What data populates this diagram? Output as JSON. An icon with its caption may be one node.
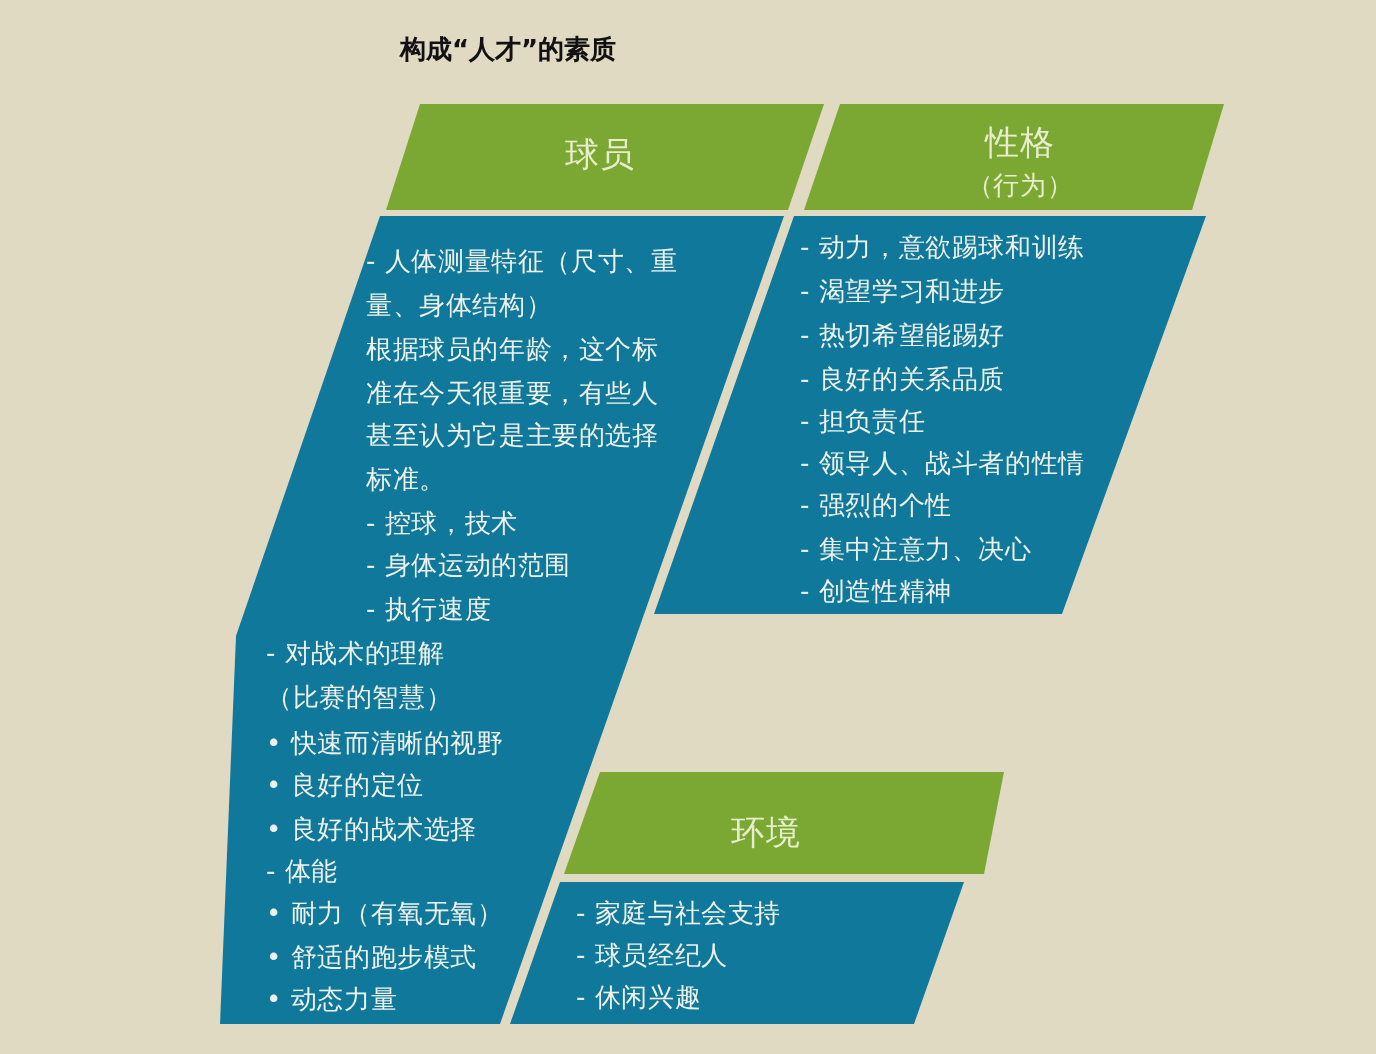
{
  "diagram": {
    "title": "构成“人才”的素质",
    "nodes": [
      {
        "text": [
          "球员"
        ]
      },
      {
        "text": [
          "- 人体测量特征（尺寸、重量、身体结构）",
          "根据球员的年龄，这个标准在今天很重要，有些人甚至认为它是主要的选择标准。",
          "- 控球，技术",
          "- 身体运动的范围",
          "- 执行速度",
          "- 对战术的理解（比赛的智慧）",
          "• 快速而清晰的视野",
          "• 良好的定位",
          "• 良好的战术选择",
          "- 体能",
          "• 耐力（有氧无氧）",
          "• 舒适的跑步模式",
          "• 动态力量"
        ]
      },
      {
        "text": [
          "性格",
          "（行为）"
        ]
      },
      {
        "text": [
          "- 动力，意欲踢球和训练",
          "- 渴望学习和进步",
          "- 热切希望能踢好",
          "- 良好的关系品质",
          "- 担负责任",
          "- 领导人、战斗者的性情",
          "- 强烈的个性",
          "- 集中注意力、决心",
          "- 创造性精神"
        ]
      },
      {
        "text": [
          "环境"
        ]
      },
      {
        "text": [
          "- 家庭与社会支持",
          "- 球员经纪人",
          "- 休闲兴趣"
        ]
      }
    ]
  }
}
